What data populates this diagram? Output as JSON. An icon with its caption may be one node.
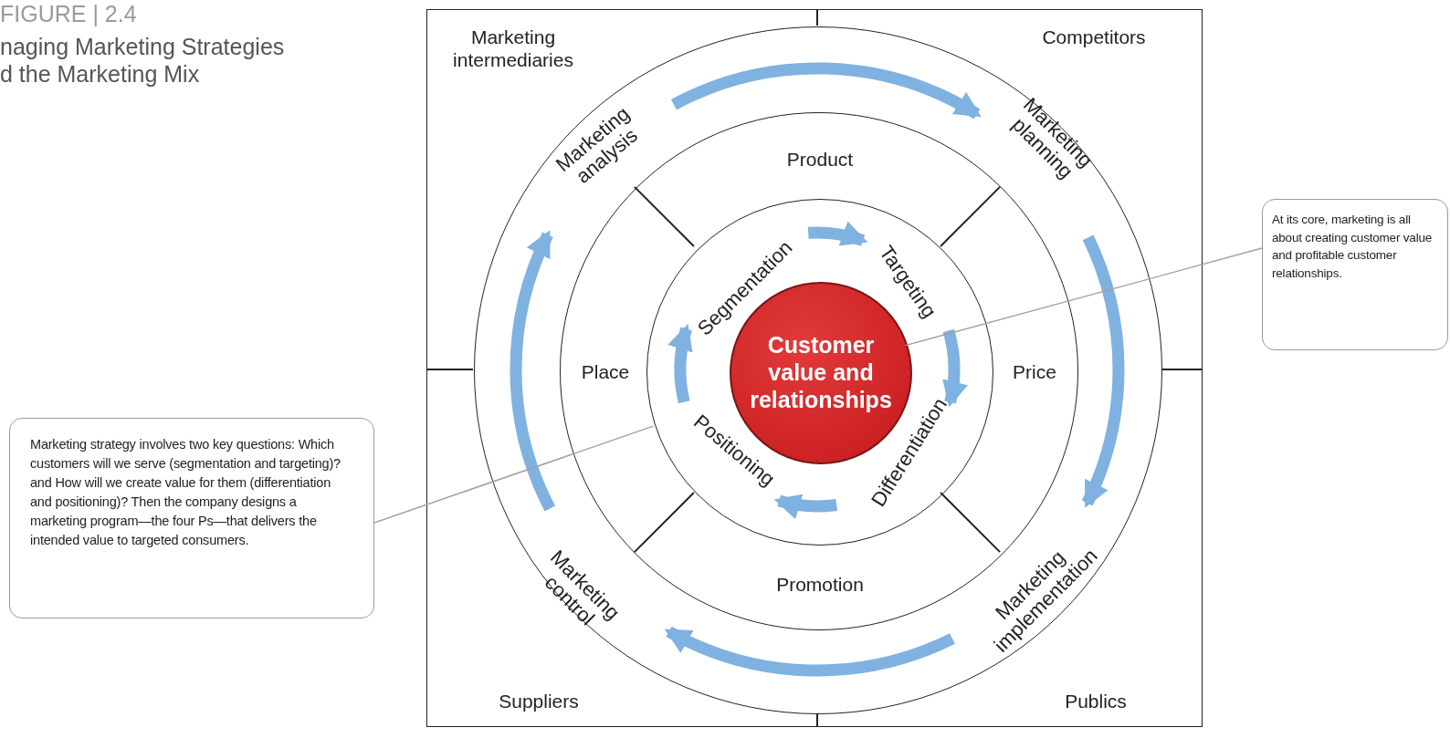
{
  "diagram": {
    "nodes": [
      {
        "text": [],
        "shape": "box"
      },
      {
        "text": [],
        "shape": "circle",
        "in": 0
      },
      {
        "text": [
          "Marketing analysis"
        ],
        "in": 1
      },
      {
        "text": [
          "Marketing planning"
        ],
        "in": 1
      },
      {
        "text": [
          "Marketing implementation"
        ],
        "in": 1
      },
      {
        "text": [
          "Marketing control"
        ],
        "in": 1
      },
      {
        "text": [
          "Product",
          "Place",
          "Price",
          "Promotion"
        ],
        "in": 1
      },
      {
        "text": [],
        "shape": "circle",
        "in": 6
      },
      {
        "text": [
          "Segmentation"
        ],
        "in": 7
      },
      {
        "text": [
          "Targeting"
        ],
        "in": 7
      },
      {
        "text": [
          "Differentiation"
        ],
        "in": 7
      },
      {
        "text": [
          "Positioning"
        ],
        "in": 7
      },
      {
        "text": [
          "Customer value and relationships"
        ],
        "in": 7
      },
      {
        "text": [
          "Marketing strategy involves two key questions: Which customers will we serve (segmentation and targeting)? and How will we create value for them (differentiation and positioning)? Then the company designs a marketing program—the four Ps—that delivers the intended value to targeted consumers."
        ]
      },
      {
        "text": [
          "At its core, marketing is all about creating customer value and profitable customer relationships."
        ]
      }
    ],
    "edges": [
      {
        "from": 2,
        "to": 3,
        "arrow": "to"
      },
      {
        "from": 3,
        "to": 4,
        "arrow": "to"
      },
      {
        "from": 4,
        "to": 5,
        "arrow": "to"
      },
      {
        "from": 5,
        "to": 2,
        "arrow": "to"
      },
      {
        "from": 8,
        "to": 9,
        "arrow": "to"
      },
      {
        "from": 9,
        "to": 10,
        "arrow": "to"
      },
      {
        "from": 10,
        "to": 11,
        "arrow": "to"
      },
      {
        "from": 11,
        "to": 8,
        "arrow": "to"
      },
      {
        "from": 13,
        "to": 7,
        "arrow": "none",
        "color": "#a0a0a0"
      },
      {
        "from": 13,
        "to": 6,
        "arrow": "none",
        "color": "#a0a0a0"
      },
      {
        "from": 14,
        "to": 12,
        "arrow": "none",
        "color": "#a0a0a0"
      }
    ],
    "labels": [
      "FIGURE | 2.4",
      "naging Marketing Strategies d the Marketing Mix",
      "Marketing intermediaries",
      "Competitors",
      "Suppliers",
      "Publics"
    ]
  }
}
